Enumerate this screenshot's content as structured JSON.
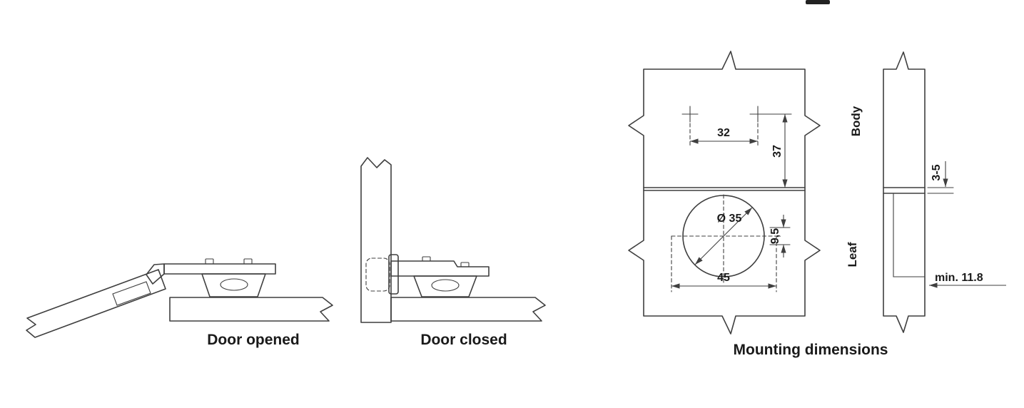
{
  "captions": {
    "door_opened": "Door opened",
    "door_closed": "Door closed",
    "mounting": "Mounting dimensions"
  },
  "section_labels": {
    "body": "Body",
    "leaf": "Leaf"
  },
  "dimensions": {
    "hole_spacing": "32",
    "hole_to_edge": "37",
    "cup_diameter": "Ø 35",
    "cup_offset": "9,5",
    "plate_width": "45",
    "door_gap": "3-5",
    "min_drilling_depth": "min. 11.8"
  },
  "colors": {
    "background": "#ffffff",
    "line": "#3f3f3f",
    "text": "#1a1a1a"
  }
}
